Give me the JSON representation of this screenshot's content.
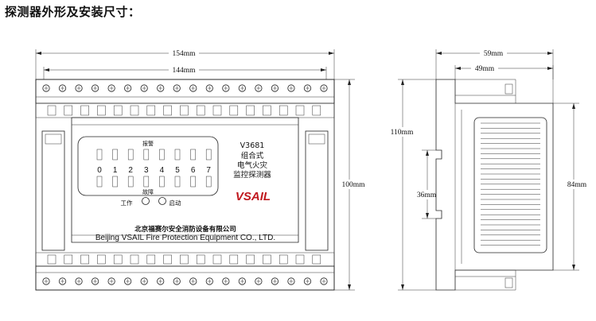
{
  "heading": "探测器外形及安装尺寸：",
  "front_view": {
    "dim_total_width": "154mm",
    "dim_inner_width": "144mm",
    "dim_height": "100mm",
    "indicator_alarm_label": "报警",
    "indicator_fault_label": "故障",
    "channel_numbers": [
      "0",
      "1",
      "2",
      "3",
      "4",
      "5",
      "6",
      "7"
    ],
    "work_label": "工作",
    "start_label": "启动",
    "model": "V3681",
    "product_name_lines": [
      "组合式",
      "电气火灾",
      "监控探测器"
    ],
    "brand": "VSAIL",
    "company_cn": "北京福赛尔安全消防设备有限公司",
    "company_en": "Beijing VSAIL Fire Protection Equipment CO., LTD."
  },
  "side_view": {
    "dim_total_width": "59mm",
    "dim_inner_width": "49mm",
    "dim_total_height": "110mm",
    "dim_body_height": "84mm",
    "dim_rail": "36mm"
  },
  "colors": {
    "line": "#222222",
    "fill_light": "#f4f4f4",
    "fill_panel": "#f0f0f0",
    "brand": "#c0181e"
  }
}
